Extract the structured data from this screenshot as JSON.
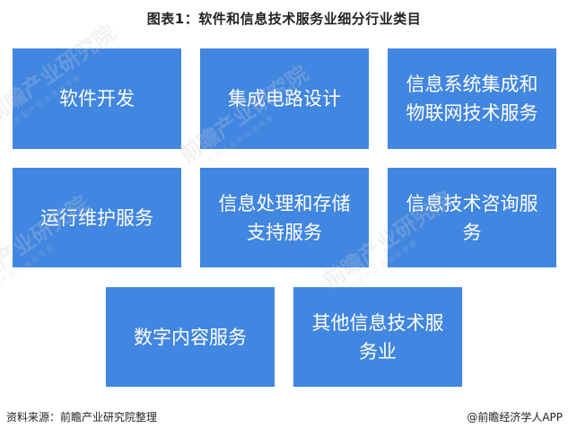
{
  "title": "图表1：软件和信息技术服务业细分行业类目",
  "colors": {
    "box_fill": "#4186e0",
    "box_text": "#ffffff",
    "title_text": "#222222"
  },
  "categories": [
    {
      "lines": [
        "软件开发"
      ]
    },
    {
      "lines": [
        "集成电路设计"
      ]
    },
    {
      "lines": [
        "信息系统集成和",
        "物联网技术服务"
      ]
    },
    {
      "lines": [
        "运行维护服务"
      ]
    },
    {
      "lines": [
        "信息处理和存储",
        "支持服务"
      ]
    },
    {
      "lines": [
        "信息技术咨询服",
        "务"
      ]
    },
    {
      "lines": [
        "数字内容服务"
      ]
    },
    {
      "lines": [
        "其他信息技术服",
        "务业"
      ]
    }
  ],
  "watermark": {
    "text": "前瞻产业研究院",
    "sub": "中国产业咨询领导者"
  },
  "footer": {
    "source": "资料来源：前瞻产业研究院整理",
    "credit": "@前瞻经济学人APP"
  }
}
